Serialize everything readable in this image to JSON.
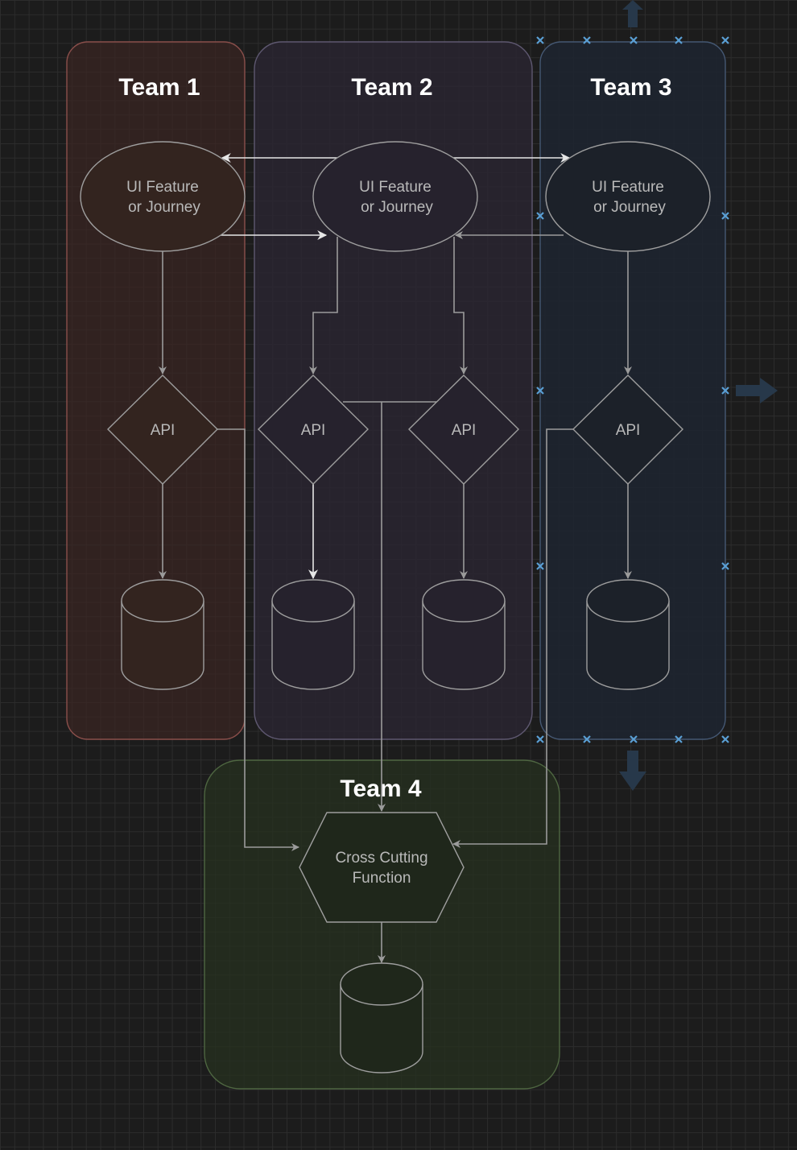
{
  "diagram": {
    "lanes": [
      {
        "id": "team1",
        "title": "Team 1",
        "fill": "#3a2523",
        "stroke": "#8a4f4b"
      },
      {
        "id": "team2",
        "title": "Team 2",
        "fill": "#2a2632",
        "stroke": "#5e5870"
      },
      {
        "id": "team3",
        "title": "Team 3",
        "fill": "#1d2430",
        "stroke": "#455873"
      },
      {
        "id": "team4",
        "title": "Team 4",
        "fill": "#25301f",
        "stroke": "#4e6641"
      }
    ],
    "nodes": {
      "ui1": {
        "line1": "UI Feature",
        "line2": "or Journey"
      },
      "ui2": {
        "line1": "UI Feature",
        "line2": "or Journey"
      },
      "ui3": {
        "line1": "UI Feature",
        "line2": "or Journey"
      },
      "api1": {
        "label": "API"
      },
      "api2a": {
        "label": "API"
      },
      "api2b": {
        "label": "API"
      },
      "api3": {
        "label": "API"
      },
      "cross": {
        "line1": "Cross Cutting",
        "line2": "Function"
      }
    },
    "colors": {
      "edge": "#9b9b9b",
      "edge_highlight": "#e6e6e6",
      "selection": "#5a9fd4",
      "node_text": "#b9b9b9"
    }
  }
}
